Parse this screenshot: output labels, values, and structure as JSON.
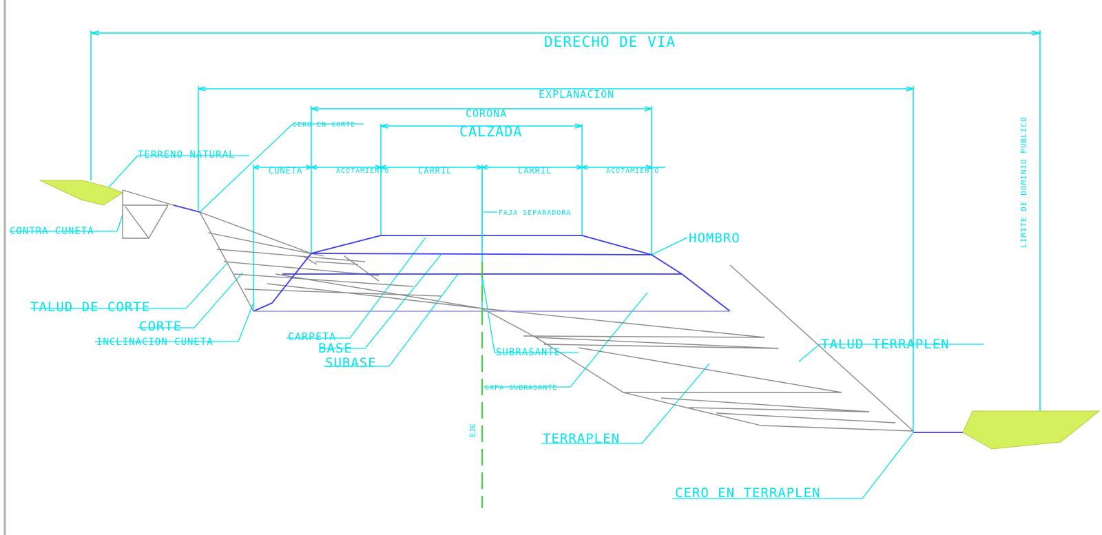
{
  "labels": {
    "derecho_de_via": "DERECHO DE VIA",
    "explanacion": "EXPLANACION",
    "corona": "CORONA",
    "calzada": "CALZADA",
    "cero_en_corte": "CERO EN CORTE",
    "terreno_natural": "TERRENO NATURAL",
    "cuneta": "CUNETA",
    "acotamiento_left": "ACOTAMIENTO",
    "carril_left": "CARRIL",
    "carril_right": "CARRIL",
    "acotamiento_right": "ACOTAMIENTO",
    "faja_separadora": "FAJA SEPARADORA",
    "hombro": "HOMBRO",
    "limite_dominio": "LIMITE DE DOMINIO PUBLICO",
    "contra_cuneta": "CONTRA CUNETA",
    "talud_de_corte": "TALUD DE CORTE",
    "corte": "CORTE",
    "inclinacion_cuneta": "INCLINACION CUNETA",
    "carpeta": "CARPETA",
    "base": "BASE",
    "subase": "SUBASE",
    "subrasante": "SUBRASANTE",
    "capa_subrasante": "CAPA SUBRASANTE",
    "talud_terraplen": "TALUD TERRAPLEN",
    "terraplen": "TERRAPLEN",
    "cero_en_terraplen": "CERO EN TERRAPLEN",
    "eje": "EJE"
  },
  "colors": {
    "dimension": "#00e5ee",
    "pavement": "#3b3bf0",
    "ground": "#8a8a8a",
    "terrain_fill": "#d4f05c",
    "centerline": "#33dd33"
  }
}
